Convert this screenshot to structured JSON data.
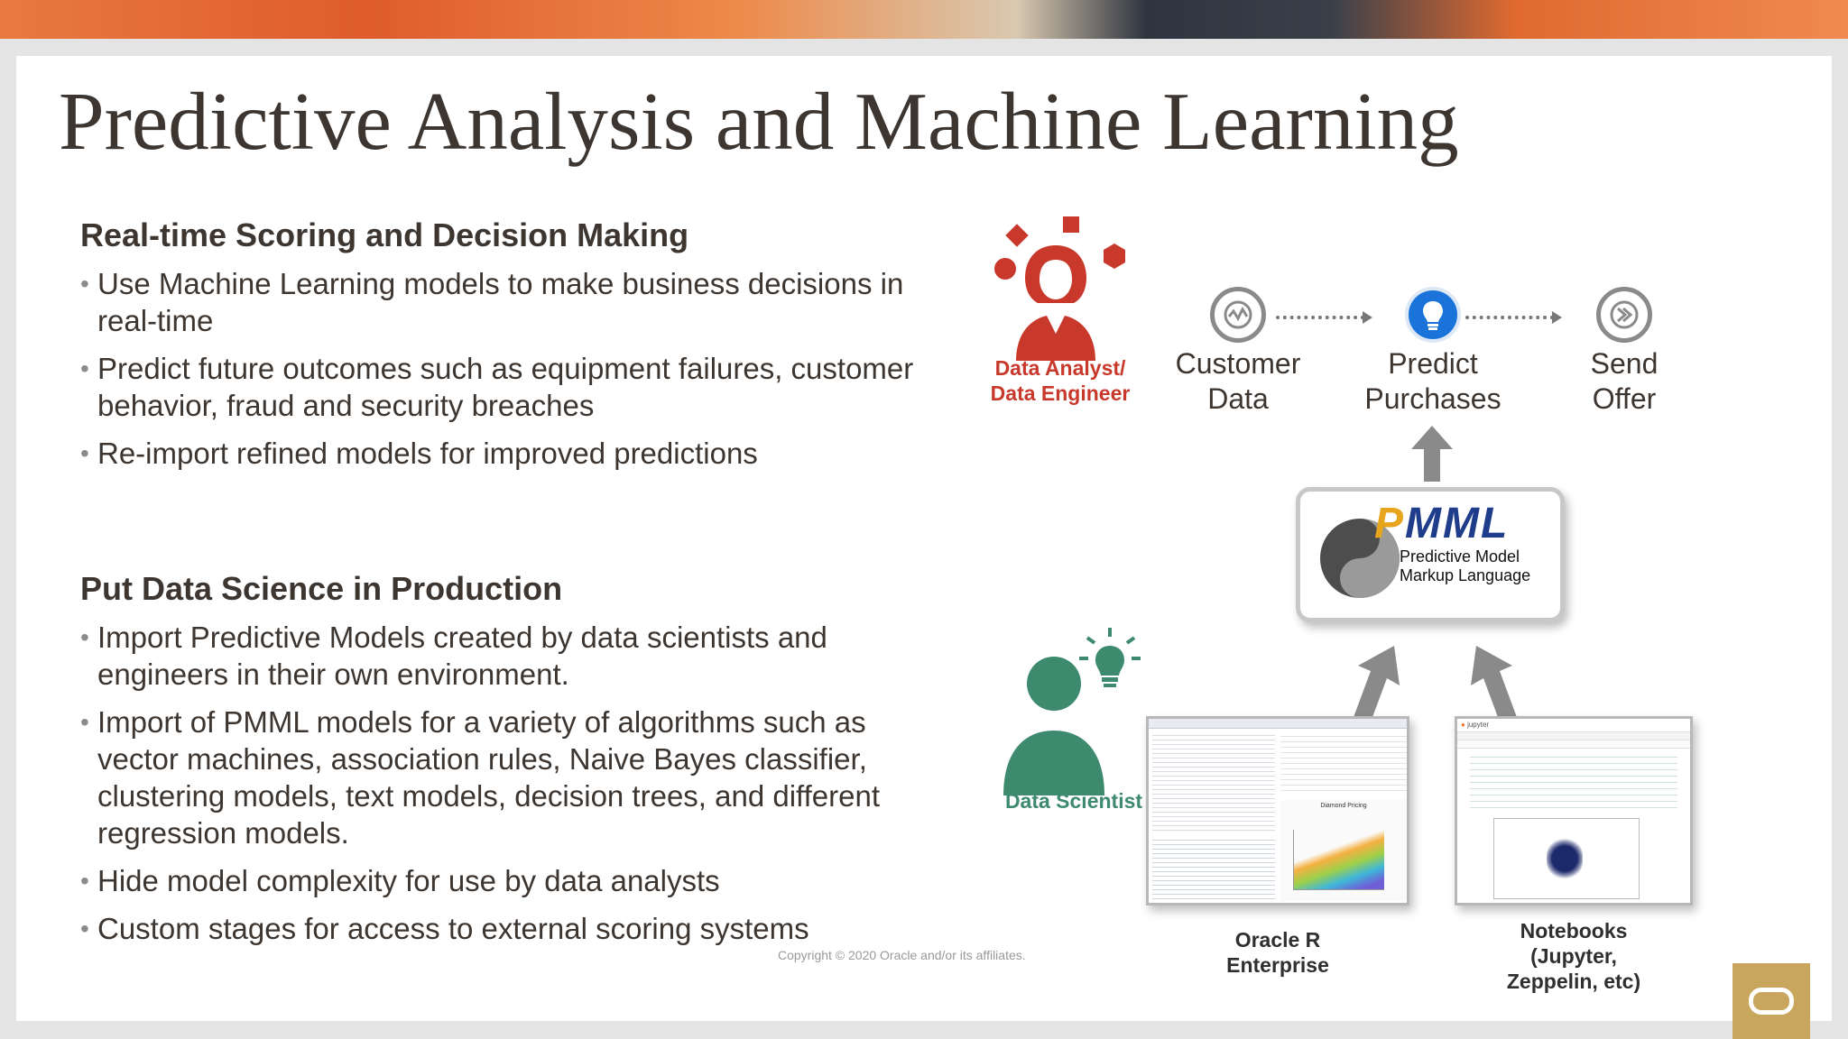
{
  "slide": {
    "title": "Predictive Analysis and Machine Learning",
    "sections": [
      {
        "heading": "Real-time Scoring and Decision Making",
        "bullets": [
          "Use Machine Learning models to make business decisions in real-time",
          "Predict future outcomes such as equipment failures, customer behavior, fraud and security breaches",
          "Re-import refined models for improved predictions"
        ]
      },
      {
        "heading": "Put Data Science in Production",
        "bullets": [
          "Import Predictive Models created by data scientists and engineers in their own environment.",
          "Import of PMML models for a variety of algorithms such as vector machines, association rules, Naive Bayes classifier, clustering models, text models, decision trees, and different regression models.",
          "Hide model complexity for use by data analysts",
          "Custom stages for access to external scoring systems"
        ]
      }
    ]
  },
  "diagram": {
    "analyst": {
      "label_line1": "Data Analyst/",
      "label_line2": "Data Engineer",
      "color": "#c8392b"
    },
    "scientist": {
      "label": "Data Scientist",
      "color": "#3e8a6e"
    },
    "flow": [
      {
        "line1": "Customer",
        "line2": "Data",
        "icon": "data-wave-icon"
      },
      {
        "line1": "Predict",
        "line2": "Purchases",
        "icon": "lightbulb-icon"
      },
      {
        "line1": "Send",
        "line2": "Offer",
        "icon": "forward-icon"
      }
    ],
    "pmml": {
      "logo": "PMML",
      "logo_first": "P",
      "logo_rest": "MML",
      "line1": "Predictive Model",
      "line2": "Markup Language"
    },
    "tools": [
      {
        "line1": "Oracle R",
        "line2": "Enterprise"
      },
      {
        "line1": "Notebooks",
        "line2": "(Jupyter,",
        "line3": "Zeppelin, etc)"
      }
    ],
    "screenshot_texts": {
      "rstudio_chart_title": "Diamond Pricing",
      "jupyter_brand": "jupyter"
    }
  },
  "footer": {
    "copyright": "Copyright © 2020 Oracle and/or its affiliates."
  },
  "colors": {
    "title": "#3d3530",
    "accent_blue": "#1a73d9",
    "oracle_gold": "#c9a65e"
  }
}
